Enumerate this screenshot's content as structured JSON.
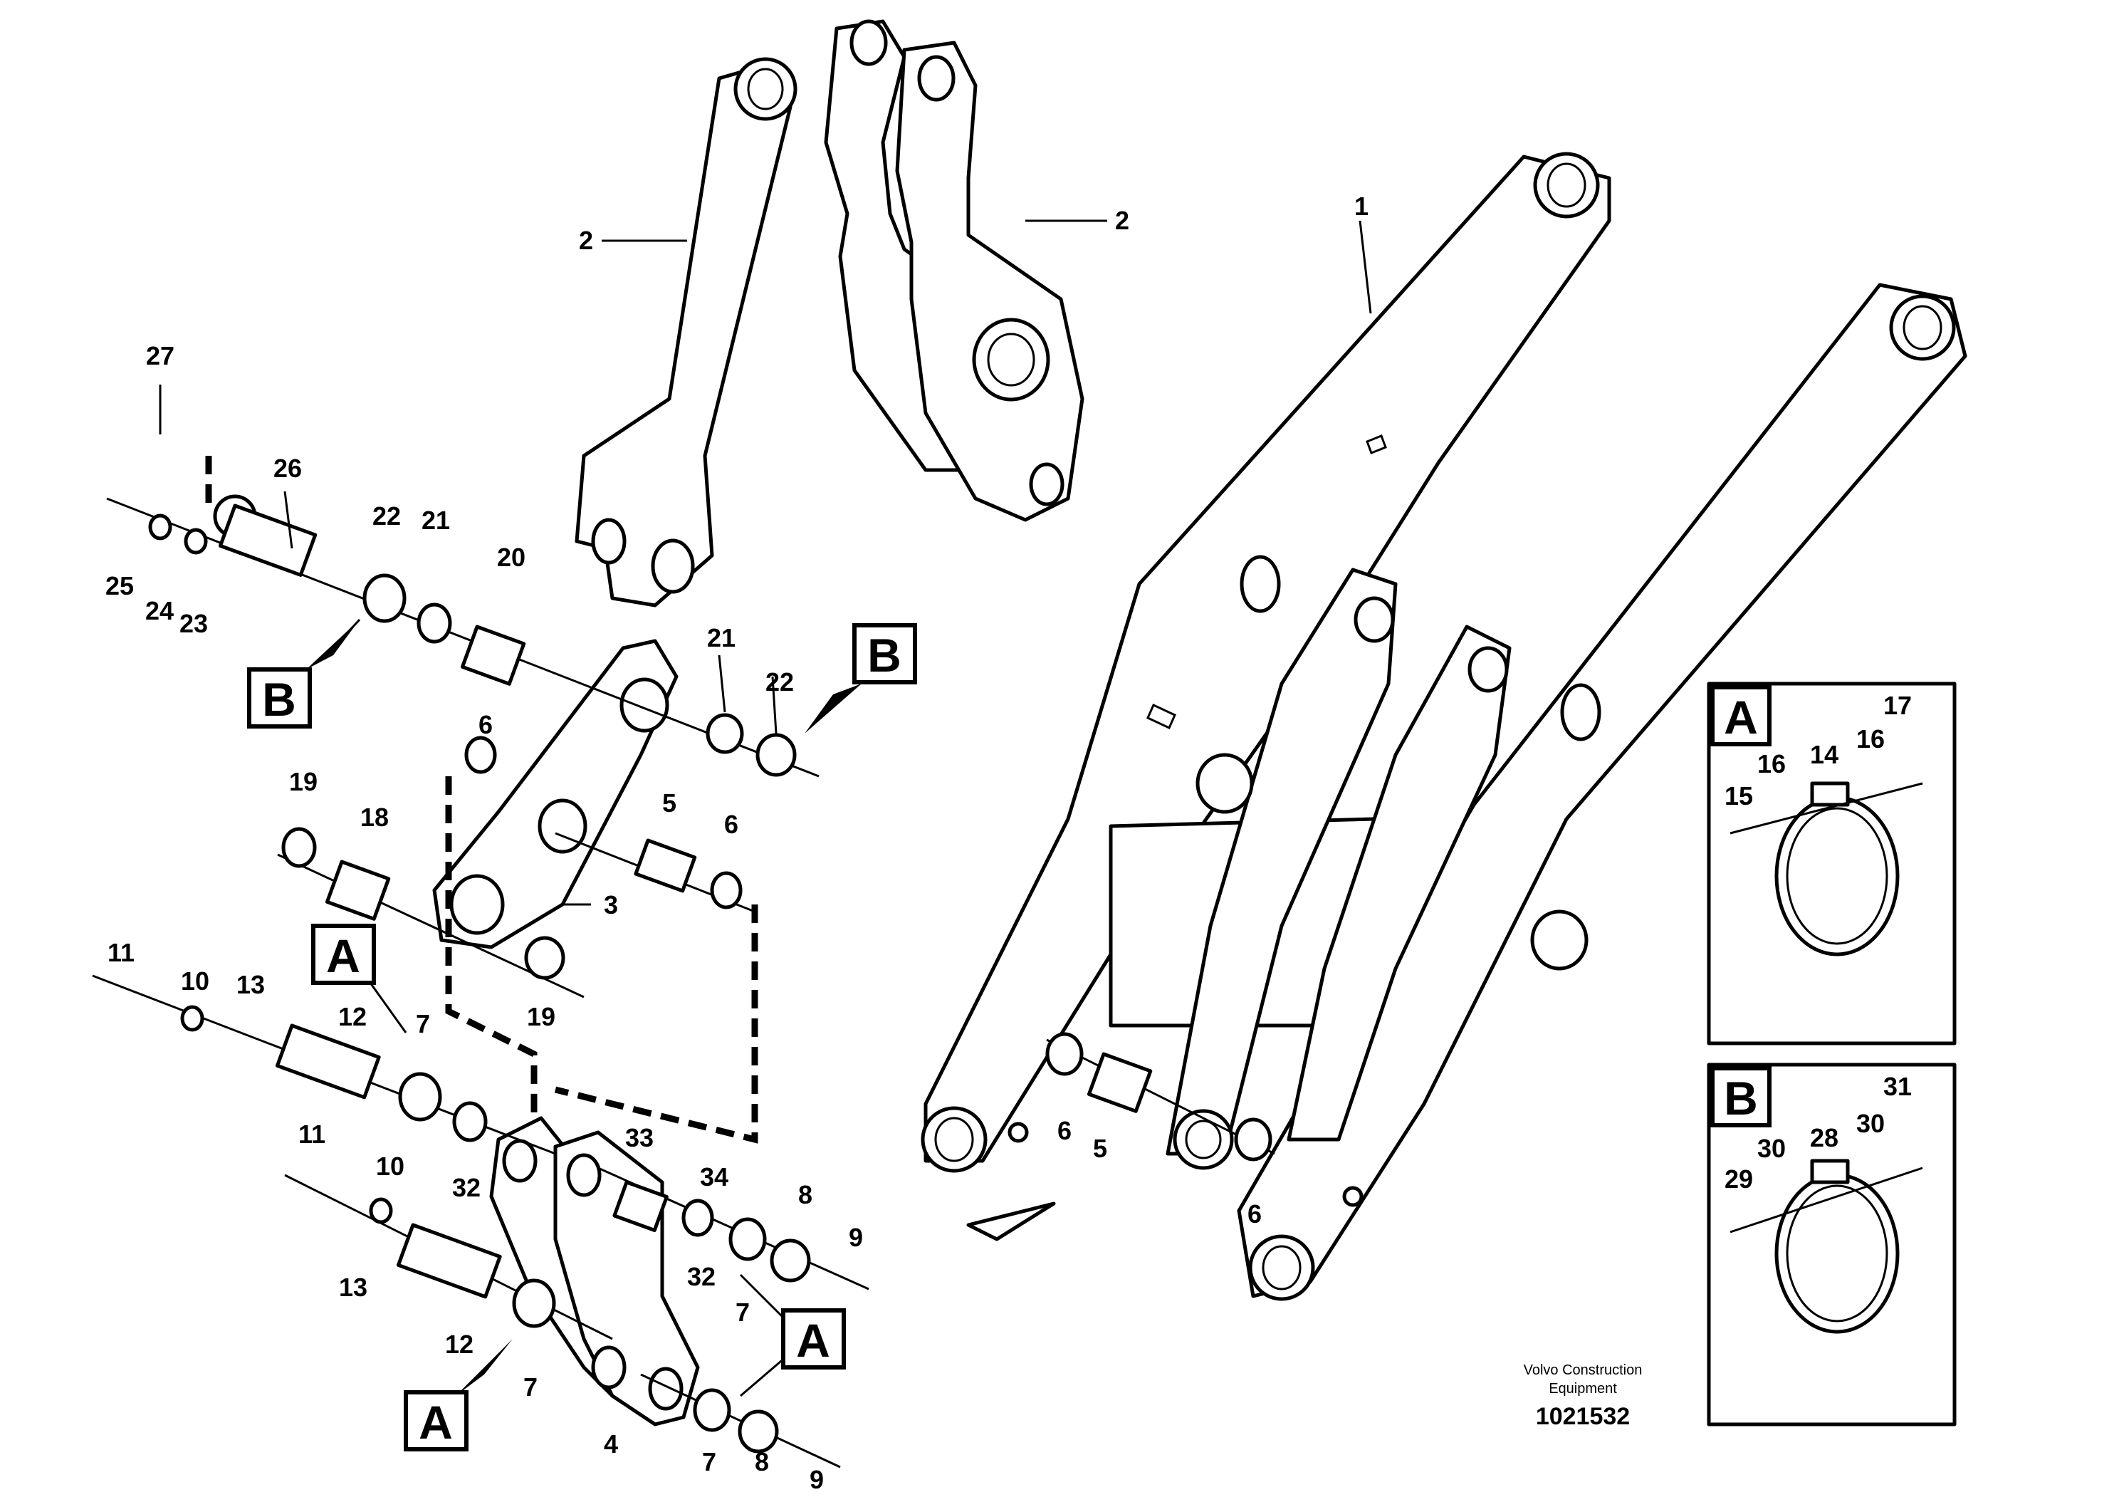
{
  "labels": {
    "n1": "1",
    "n2a": "2",
    "n2b": "2",
    "n3": "3",
    "n4": "4",
    "n5a": "5",
    "n5b": "5",
    "n6a": "6",
    "n6b": "6",
    "n6c": "6",
    "n6d": "6",
    "n7a": "7",
    "n7b": "7",
    "n7c": "7",
    "n7d": "7",
    "n8a": "8",
    "n8b": "8",
    "n9a": "9",
    "n9b": "9",
    "n10a": "10",
    "n10b": "10",
    "n11a": "11",
    "n11b": "11",
    "n12a": "12",
    "n12b": "12",
    "n13a": "13",
    "n13b": "13",
    "n14": "14",
    "n15": "15",
    "n16a": "16",
    "n16b": "16",
    "n17": "17",
    "n18": "18",
    "n19a": "19",
    "n19b": "19",
    "n20": "20",
    "n21a": "21",
    "n21b": "21",
    "n22a": "22",
    "n22b": "22",
    "n23": "23",
    "n24": "24",
    "n25": "25",
    "n26": "26",
    "n27": "27",
    "n28": "28",
    "n29": "29",
    "n30a": "30",
    "n30b": "30",
    "n31": "31",
    "n32a": "32",
    "n32b": "32",
    "n33": "33",
    "n34": "34"
  },
  "callouts": {
    "a_left_upper": "A",
    "a_left_lower": "A",
    "a_right": "A",
    "b_left": "B",
    "b_right": "B"
  },
  "detail_a": {
    "title": "A"
  },
  "detail_b": {
    "title": "B"
  },
  "footer": {
    "company_line1": "Volvo Construction",
    "company_line2": "Equipment",
    "doc_number": "1021532"
  }
}
